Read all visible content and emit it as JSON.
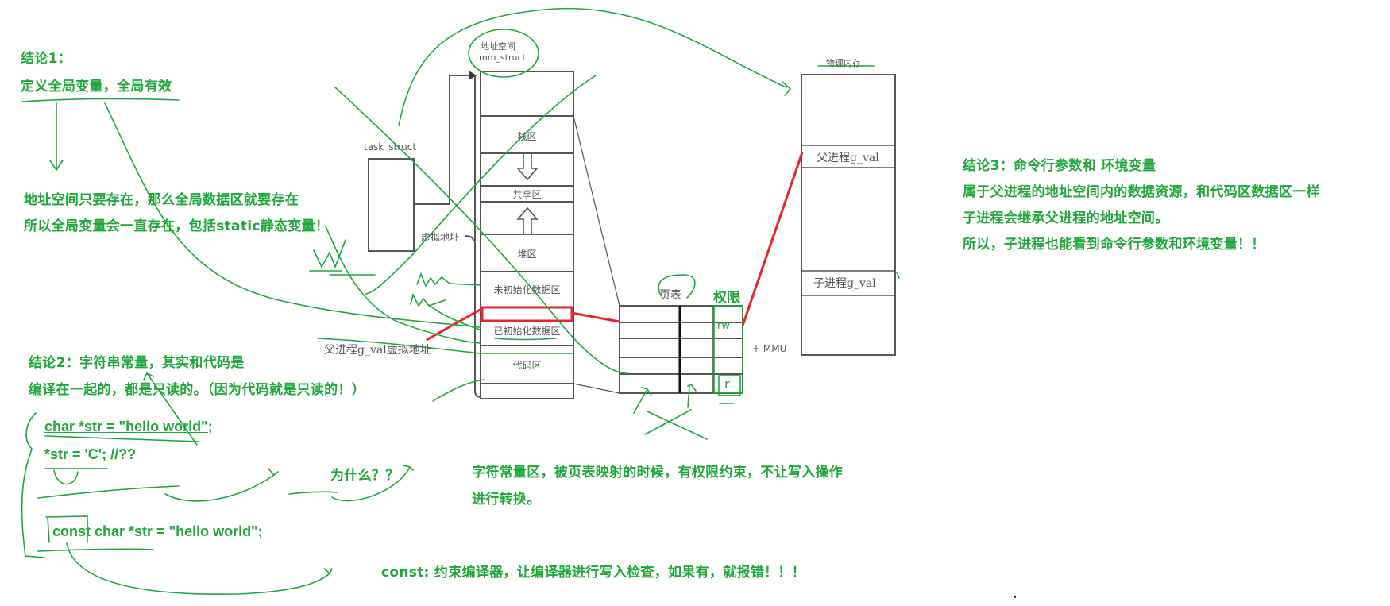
{
  "notes": {
    "conclusion1": {
      "title": "结论1：",
      "headline": "定义全局变量，全局有效",
      "lines": [
        "地址空间只要存在，那么全局数据区就要存在",
        "所以全局变量会一直存在，包括static静态变量！"
      ]
    },
    "conclusion2": {
      "lines": [
        "结论2：字符串常量，其实和代码是",
        "编译在一起的，都是只读的。（因为代码就是只读的！）"
      ],
      "code": [
        "char *str =  \"hello world\";",
        "*str =  'C'; //??",
        "const char *str =  \"hello world\";"
      ],
      "why": "为什么？？",
      "answer": [
        "字符常量区，被页表映射的时候，有权限约束，不让写入操作",
        "进行转换。"
      ],
      "const_note": "const: 约束编译器，让编译器进行写入检查，如果有，就报错！！！"
    },
    "conclusion3": {
      "lines": [
        "结论3：命令行参数和 环境变量",
        "属于父进程的地址空间内的数据资源，和代码区数据区一样",
        "子进程会继承父进程的地址空间。",
        "所以，子进程也能看到命令行参数和环境变量！！"
      ]
    }
  },
  "diagram": {
    "task_struct": "task_struct",
    "address_space": [
      "地址空间",
      "mm_struct"
    ],
    "virtual_address": "虚拟地址",
    "segments": [
      "栈区",
      "共享区",
      "堆区",
      "未初始化数据区",
      "已初始化数据区",
      "代码区"
    ],
    "parent_virtual_addr": "父进程g_val虚拟地址",
    "page_table": "页表",
    "permission": "权限",
    "perm_rw": "rw",
    "perm_r": "r",
    "mmu": "+ MMU",
    "physical_memory": "物理内存",
    "parent_gval": "父进程g_val",
    "child_gval": "子进程g_val"
  },
  "colors": {
    "annotation_green": "#1fa83a",
    "highlight_red": "#e8242a",
    "box_gray": "#555555"
  }
}
